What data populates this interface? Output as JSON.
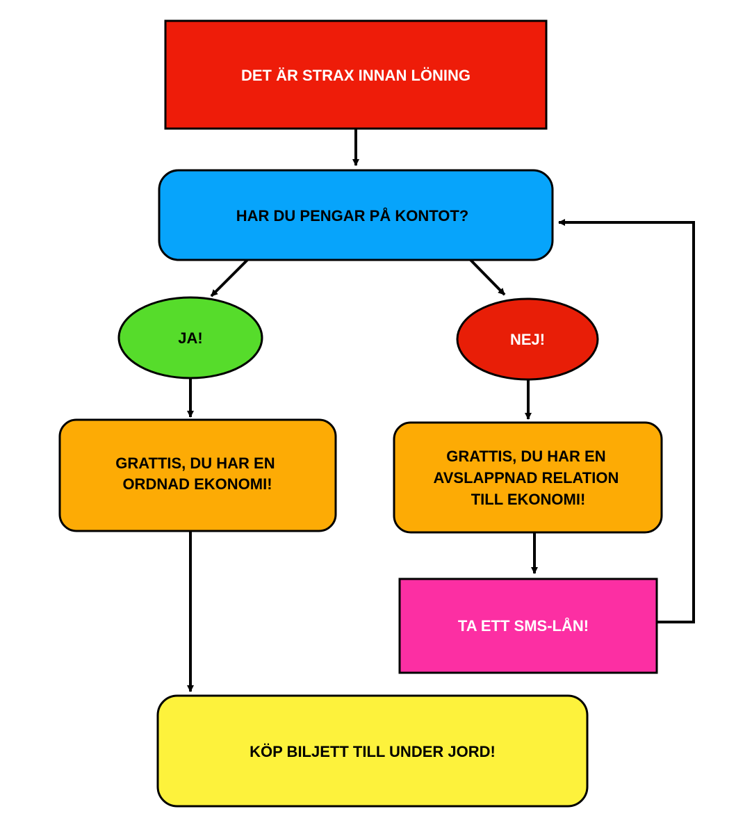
{
  "nodes": {
    "start": {
      "label": "DET ÄR STRAX INNAN LÖNING",
      "fill": "#EE1C09",
      "text_color": "#FFFFFF"
    },
    "question": {
      "label": "HAR DU PENGAR PÅ KONTOT?",
      "fill": "#07A4FB",
      "text_color": "#000000"
    },
    "yes": {
      "label": "JA!",
      "fill": "#56DC2B",
      "text_color": "#000000"
    },
    "no": {
      "label": "NEJ!",
      "fill": "#E81E07",
      "text_color": "#FFFFFF"
    },
    "ordered": {
      "lines": [
        "GRATTIS, DU HAR EN",
        "ORDNAD EKONOMI!"
      ],
      "fill": "#FDAB05",
      "text_color": "#000000"
    },
    "relaxed": {
      "lines": [
        "GRATTIS, DU HAR EN",
        "AVSLAPPNAD RELATION",
        "TILL EKONOMI!"
      ],
      "fill": "#FDAB05",
      "text_color": "#000000"
    },
    "loan": {
      "label": "TA ETT SMS-LÅN!",
      "fill": "#FC2FA3",
      "text_color": "#FFFFFF"
    },
    "ticket": {
      "label": "KÖP BILJETT TILL UNDER JORD!",
      "fill": "#FDF23C",
      "text_color": "#000000"
    }
  },
  "stroke_color": "#000000"
}
